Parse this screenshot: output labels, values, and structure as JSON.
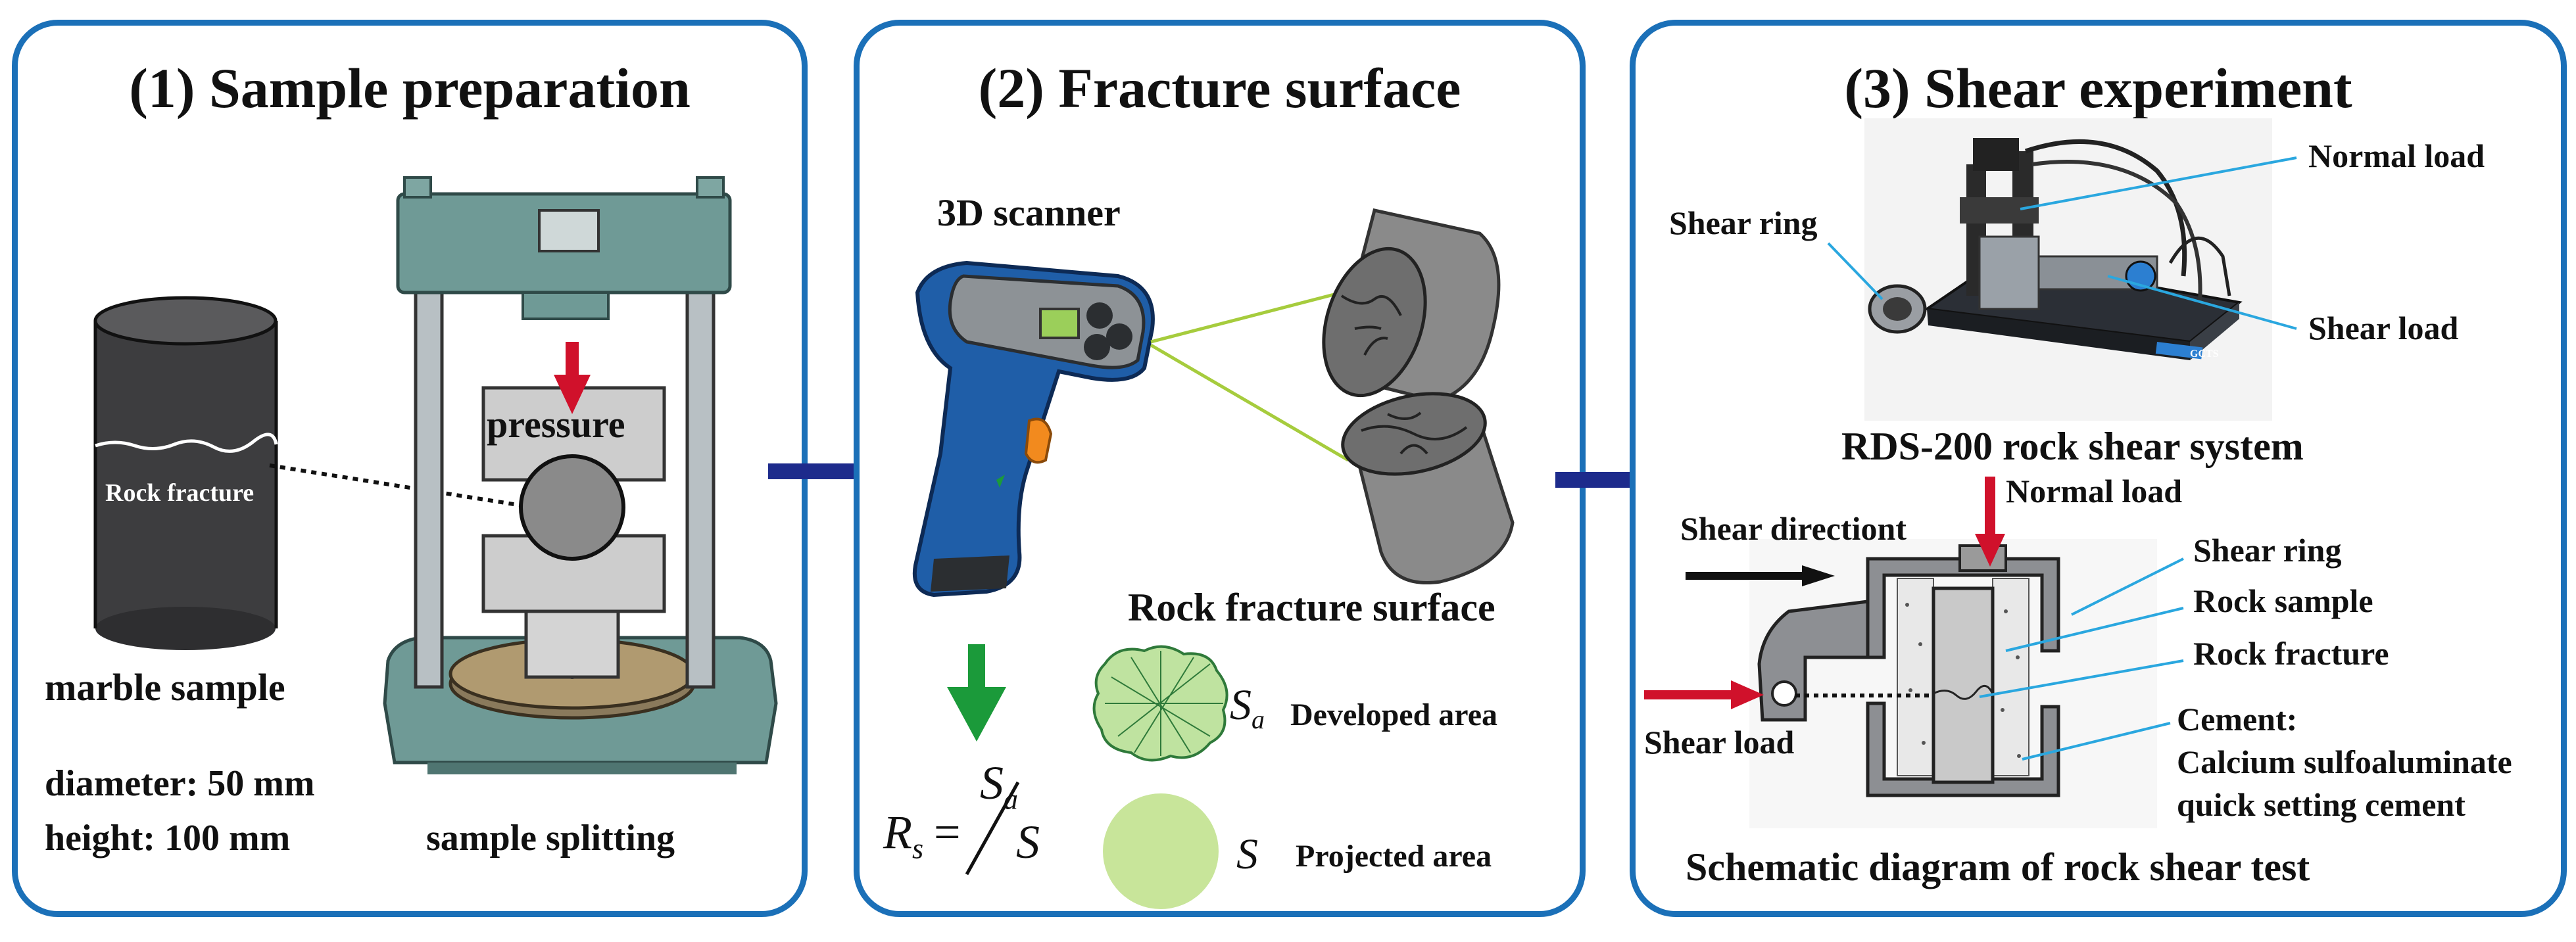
{
  "colors": {
    "border": "#1b70b8",
    "arrow_big": "#1d2b8c",
    "arrow_red": "#d0112b",
    "arrow_green": "#1b9a3a",
    "leader_blue": "#2aa7df",
    "scanner_line": "#a6cc3d",
    "machine_teal": "#6f9a96"
  },
  "panel1": {
    "title": "(1) Sample preparation",
    "pressure": "pressure",
    "rock_fracture": "Rock fracture",
    "marble_sample": "marble sample",
    "diameter": "diameter: 50 mm",
    "height": "height: 100 mm",
    "sample_splitting": "sample splitting"
  },
  "panel2": {
    "title": "(2) Fracture surface",
    "scanner": "3D scanner",
    "fracture_surface": "Rock fracture surface",
    "sa_symbol": "S",
    "sa_sub": "a",
    "developed": "Developed area",
    "s_symbol": "S",
    "projected": "Projected area",
    "rs_R": "R",
    "rs_sub": "s",
    "rs_eq": "=",
    "rs_num": "S",
    "rs_num_sub": "a",
    "rs_den": "S"
  },
  "panel3": {
    "title": "(3) Shear experiment",
    "shear_ring_top": "Shear ring",
    "normal_load_top": "Normal load",
    "shear_load_top": "Shear load",
    "device_logo": "GCTS",
    "system": "RDS-200 rock shear system",
    "normal_load": "Normal load",
    "shear_direction": "Shear directiont",
    "shear_load": "Shear load",
    "shear_ring": "Shear ring",
    "rock_sample": "Rock sample",
    "rock_fracture": "Rock fracture",
    "cement_title": "Cement:",
    "cement_line1": "Calcium sulfoaluminate",
    "cement_line2": "quick setting cement",
    "schematic": "Schematic diagram of rock shear test"
  }
}
